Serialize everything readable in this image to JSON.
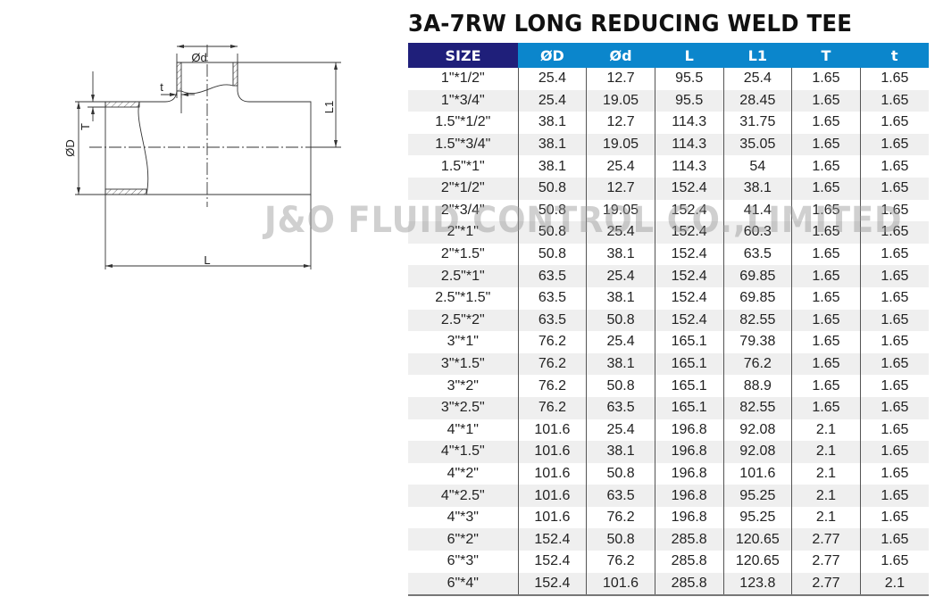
{
  "title": "3A-7RW LONG REDUCING WELD TEE",
  "watermark": "J&O FLUID CONTROL CO.,LIMITED",
  "colors": {
    "size_header_bg": "#1f1f7a",
    "dim_header_bg": "#0b86cc",
    "alt_row_bg": "#efefef"
  },
  "diagram": {
    "labels": {
      "branch_od": "Ød",
      "branch_wall": "t",
      "run_wall": "T",
      "run_od": "ØD",
      "branch_height": "L1",
      "length": "L"
    }
  },
  "table": {
    "headers": [
      "SIZE",
      "ØD",
      "Ød",
      "L",
      "L1",
      "T",
      "t"
    ],
    "rows": [
      [
        "1\"*1/2\"",
        "25.4",
        "12.7",
        "95.5",
        "25.4",
        "1.65",
        "1.65"
      ],
      [
        "1\"*3/4\"",
        "25.4",
        "19.05",
        "95.5",
        "28.45",
        "1.65",
        "1.65"
      ],
      [
        "1.5\"*1/2\"",
        "38.1",
        "12.7",
        "114.3",
        "31.75",
        "1.65",
        "1.65"
      ],
      [
        "1.5\"*3/4\"",
        "38.1",
        "19.05",
        "114.3",
        "35.05",
        "1.65",
        "1.65"
      ],
      [
        "1.5\"*1\"",
        "38.1",
        "25.4",
        "114.3",
        "54",
        "1.65",
        "1.65"
      ],
      [
        "2\"*1/2\"",
        "50.8",
        "12.7",
        "152.4",
        "38.1",
        "1.65",
        "1.65"
      ],
      [
        "2\"*3/4\"",
        "50.8",
        "19.05",
        "152.4",
        "41.4",
        "1.65",
        "1.65"
      ],
      [
        "2\"*1\"",
        "50.8",
        "25.4",
        "152.4",
        "60.3",
        "1.65",
        "1.65"
      ],
      [
        "2\"*1.5\"",
        "50.8",
        "38.1",
        "152.4",
        "63.5",
        "1.65",
        "1.65"
      ],
      [
        "2.5\"*1\"",
        "63.5",
        "25.4",
        "152.4",
        "69.85",
        "1.65",
        "1.65"
      ],
      [
        "2.5\"*1.5\"",
        "63.5",
        "38.1",
        "152.4",
        "69.85",
        "1.65",
        "1.65"
      ],
      [
        "2.5\"*2\"",
        "63.5",
        "50.8",
        "152.4",
        "82.55",
        "1.65",
        "1.65"
      ],
      [
        "3\"*1\"",
        "76.2",
        "25.4",
        "165.1",
        "79.38",
        "1.65",
        "1.65"
      ],
      [
        "3\"*1.5\"",
        "76.2",
        "38.1",
        "165.1",
        "76.2",
        "1.65",
        "1.65"
      ],
      [
        "3\"*2\"",
        "76.2",
        "50.8",
        "165.1",
        "88.9",
        "1.65",
        "1.65"
      ],
      [
        "3\"*2.5\"",
        "76.2",
        "63.5",
        "165.1",
        "82.55",
        "1.65",
        "1.65"
      ],
      [
        "4\"*1\"",
        "101.6",
        "25.4",
        "196.8",
        "92.08",
        "2.1",
        "1.65"
      ],
      [
        "4\"*1.5\"",
        "101.6",
        "38.1",
        "196.8",
        "92.08",
        "2.1",
        "1.65"
      ],
      [
        "4\"*2\"",
        "101.6",
        "50.8",
        "196.8",
        "101.6",
        "2.1",
        "1.65"
      ],
      [
        "4\"*2.5\"",
        "101.6",
        "63.5",
        "196.8",
        "95.25",
        "2.1",
        "1.65"
      ],
      [
        "4\"*3\"",
        "101.6",
        "76.2",
        "196.8",
        "95.25",
        "2.1",
        "1.65"
      ],
      [
        "6\"*2\"",
        "152.4",
        "50.8",
        "285.8",
        "120.65",
        "2.77",
        "1.65"
      ],
      [
        "6\"*3\"",
        "152.4",
        "76.2",
        "285.8",
        "120.65",
        "2.77",
        "1.65"
      ],
      [
        "6\"*4\"",
        "152.4",
        "101.6",
        "285.8",
        "123.8",
        "2.77",
        "2.1"
      ]
    ]
  }
}
